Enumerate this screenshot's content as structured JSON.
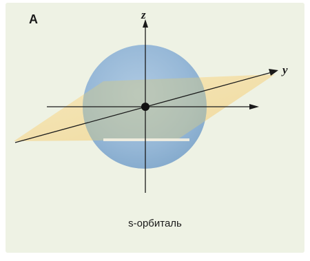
{
  "figure": {
    "panel_letter": "A",
    "axis_z_label": "z",
    "axis_y_label": "y",
    "caption": "s-орбиталь"
  },
  "colors": {
    "background": "#eef2e4",
    "sphere": "#8fb3d6",
    "plane": "#f4dfa2",
    "axis": "#1a1a1a"
  }
}
